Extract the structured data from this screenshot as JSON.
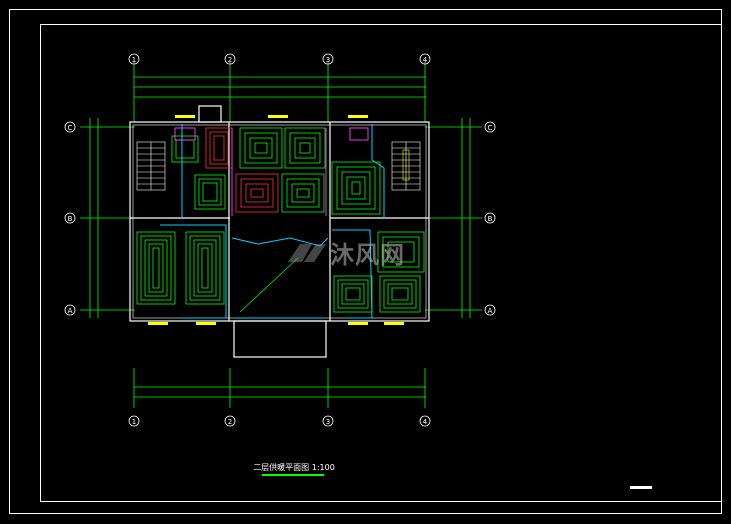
{
  "drawing": {
    "caption": "二层供暖平面图 1:100",
    "watermark_brand": "沐风网",
    "colors": {
      "background": "#000000",
      "frame": "#ffffff",
      "walls": "#ffffff",
      "dimension_lines": "#00ff00",
      "heating_coil": "#00ff00",
      "heating_coil_hot": "#ff3030",
      "supply_pipe": "#00d0ff",
      "fixture": "#ff40ff",
      "stair_accent": "#ffff00",
      "axis_bubble": "#ffffff"
    },
    "axis_labels": {
      "columns": [
        "1",
        "2",
        "3",
        "4"
      ],
      "rows": [
        "C",
        "B",
        "A"
      ]
    },
    "icons": [
      "axis-bubble-icon",
      "stair-icon",
      "heating-coil-icon",
      "scale-bar-icon",
      "watermark-logo-icon"
    ]
  }
}
